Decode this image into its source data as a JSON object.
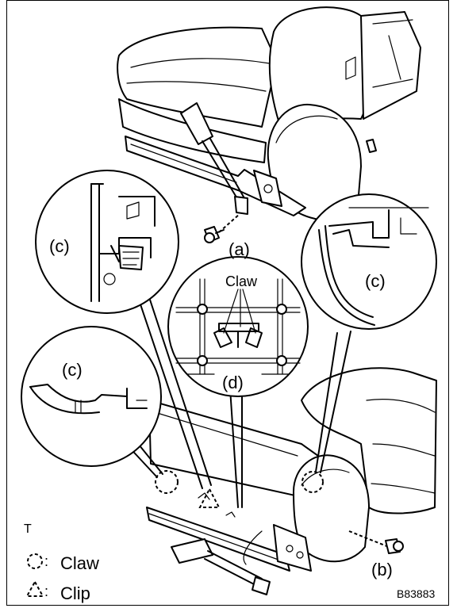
{
  "labels": {
    "detail_c_left_upper": "(c)",
    "detail_c_right": "(c)",
    "detail_c_left_lower": "(c)",
    "detail_d": "(d)",
    "claw_callout": "Claw",
    "part_a": "(a)",
    "part_b": "(b)",
    "corner_mark": "T"
  },
  "legend": {
    "claw": "Claw",
    "clip": "Clip"
  },
  "figure_code": "B83883",
  "colors": {
    "line": "#000000",
    "background": "#ffffff"
  },
  "icons": [
    "claw-symbol-icon",
    "clip-symbol-icon",
    "bolt-icon"
  ]
}
